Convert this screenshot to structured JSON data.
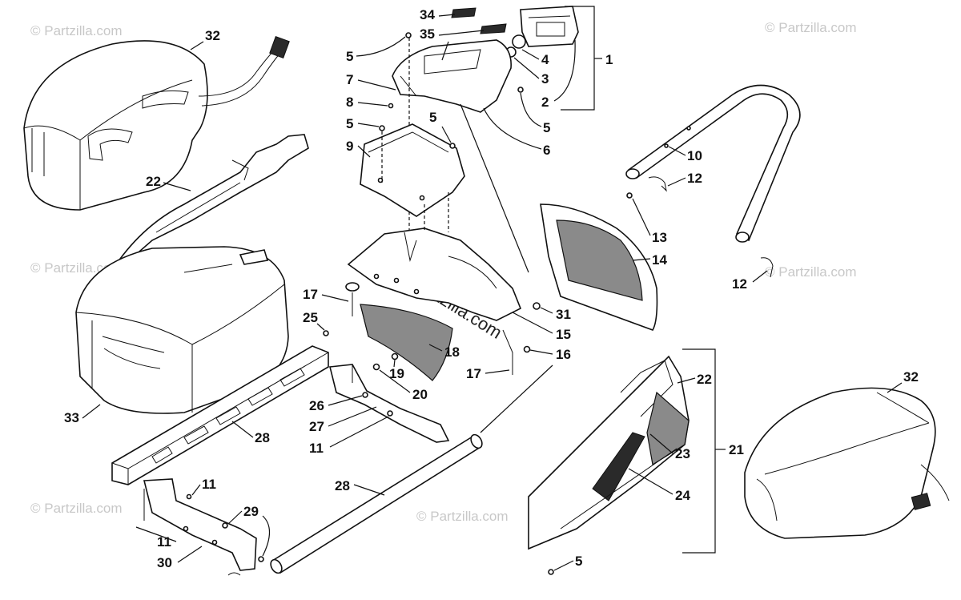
{
  "callouts": {
    "c1": "1",
    "c2": "2",
    "c3": "3",
    "c4": "4",
    "c5a": "5",
    "c5b": "5",
    "c5c": "5",
    "c5d": "5",
    "c5e": "5",
    "c6": "6",
    "c7": "7",
    "c8": "8",
    "c9": "9",
    "c10": "10",
    "c11a": "11",
    "c11b": "11",
    "c11c": "11",
    "c12a": "12",
    "c12b": "12",
    "c13": "13",
    "c14": "14",
    "c15": "15",
    "c16": "16",
    "c17a": "17",
    "c17b": "17",
    "c18": "18",
    "c19": "19",
    "c20": "20",
    "c21": "21",
    "c22a": "22",
    "c22b": "22",
    "c23": "23",
    "c24": "24",
    "c25": "25",
    "c26": "26",
    "c27": "27",
    "c28a": "28",
    "c28b": "28",
    "c29": "29",
    "c30": "30",
    "c31": "31",
    "c32a": "32",
    "c32b": "32",
    "c33": "33",
    "c34": "34",
    "c35": "35"
  },
  "watermarks": {
    "small": "© Partzilla.com",
    "center": "© Partzilla.com"
  }
}
